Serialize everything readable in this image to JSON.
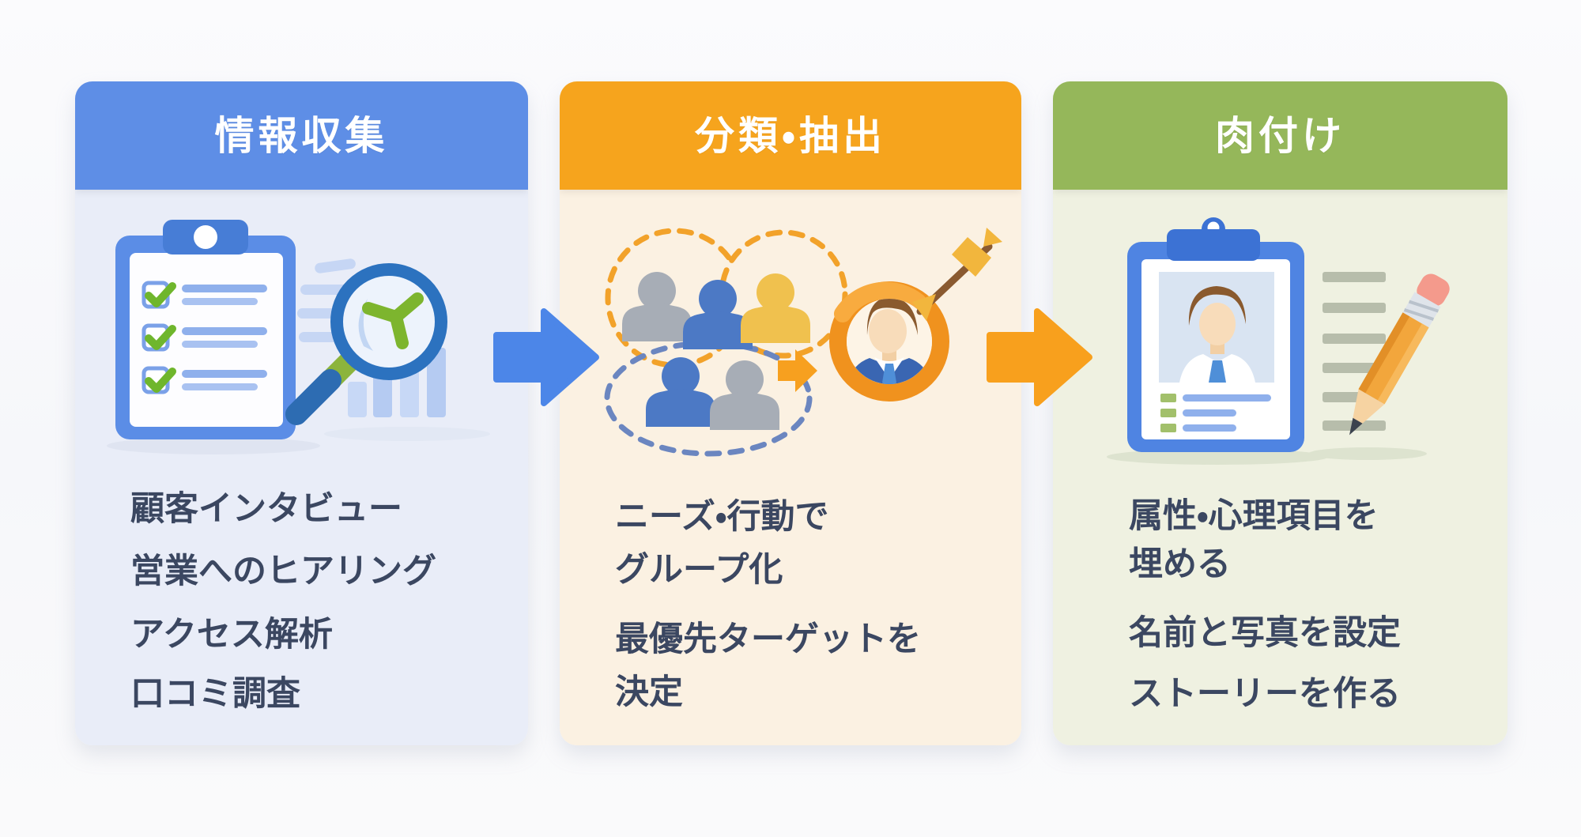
{
  "steps": [
    {
      "title": "情報収集",
      "header_color": "#5e8ee6",
      "body_color": "#e9edf8",
      "text_color": "#3b4761",
      "icon": "clipboard-checklist-magnifier-illustration",
      "items": [
        "顧客インタビュー",
        "営業へのヒアリング",
        "アクセス解析",
        "口コミ調査"
      ]
    },
    {
      "title": "分類・抽出",
      "header_color": "#f6a41d",
      "body_color": "#fbf1e2",
      "text_color": "#3b4761",
      "icon": "persona-grouping-target-illustration",
      "items": [
        "ニーズ・行動で\nグループ化",
        "最優先ターゲットを\n決定"
      ]
    },
    {
      "title": "肉付け",
      "header_color": "#95b75a",
      "body_color": "#eff1e1",
      "text_color": "#3b4761",
      "icon": "profile-card-pencil-illustration",
      "items": [
        "属性・心理項目を\n埋める",
        "名前と写真を設定",
        "ストーリーを作る"
      ]
    }
  ],
  "arrows": [
    {
      "name": "step1-to-step2",
      "color": "#4c86e8"
    },
    {
      "name": "step2-to-step3",
      "color": "#f8a01d"
    }
  ]
}
